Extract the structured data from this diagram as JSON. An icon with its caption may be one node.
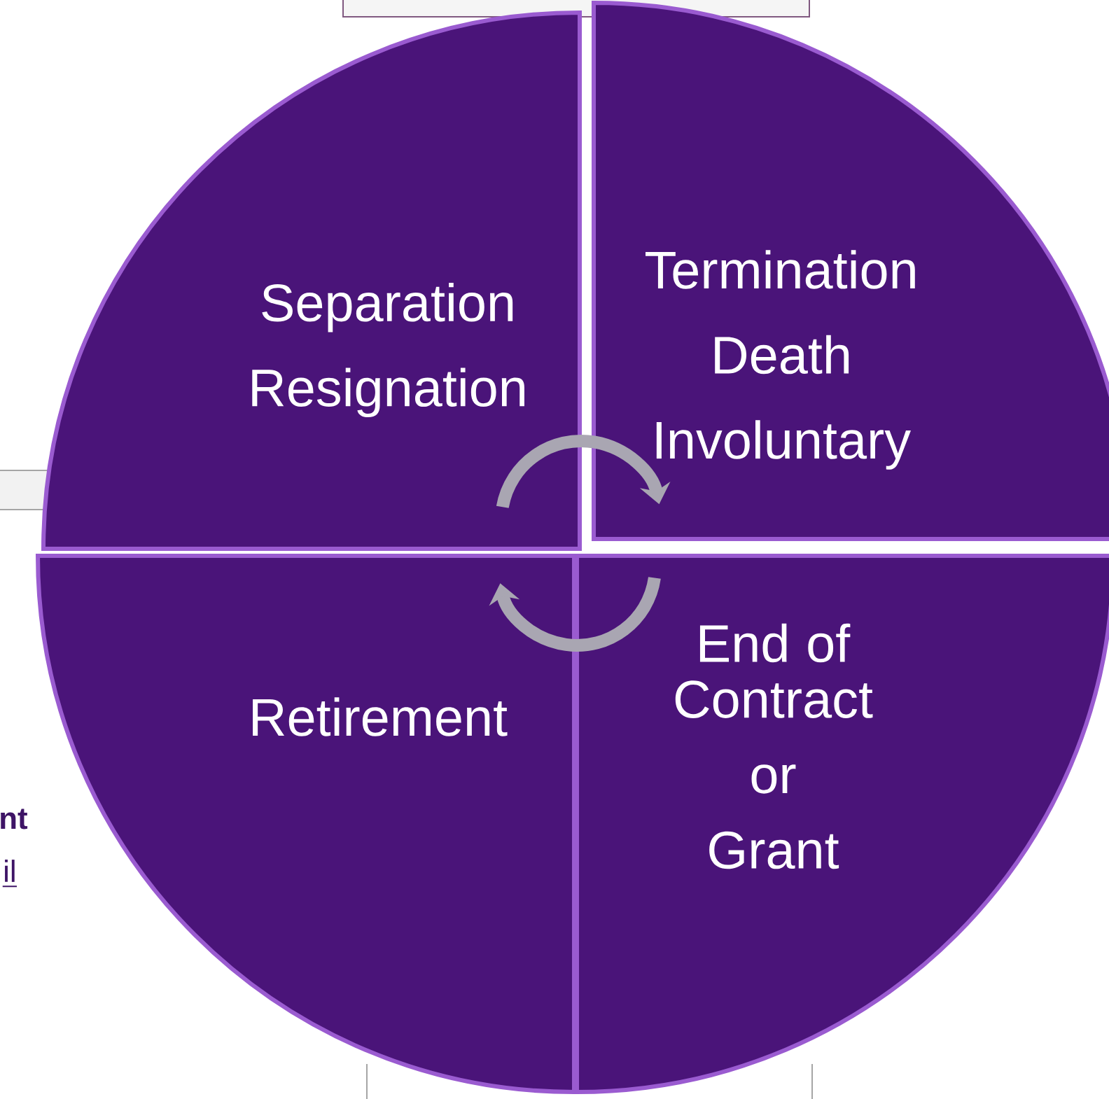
{
  "diagram": {
    "nodes": [
      {
        "text": [
          "Separation",
          "Resignation"
        ]
      },
      {
        "text": [
          "Termination",
          "Death",
          "Involuntary"
        ]
      },
      {
        "text": [
          "Retirement"
        ]
      },
      {
        "text": [
          "End of Contract",
          "or",
          "Grant"
        ]
      }
    ],
    "edges": [
      {
        "from": 0,
        "to": 1,
        "arrow": "to"
      },
      {
        "from": 3,
        "to": 2,
        "arrow": "to"
      }
    ],
    "labels": [
      "nt",
      "il"
    ]
  }
}
